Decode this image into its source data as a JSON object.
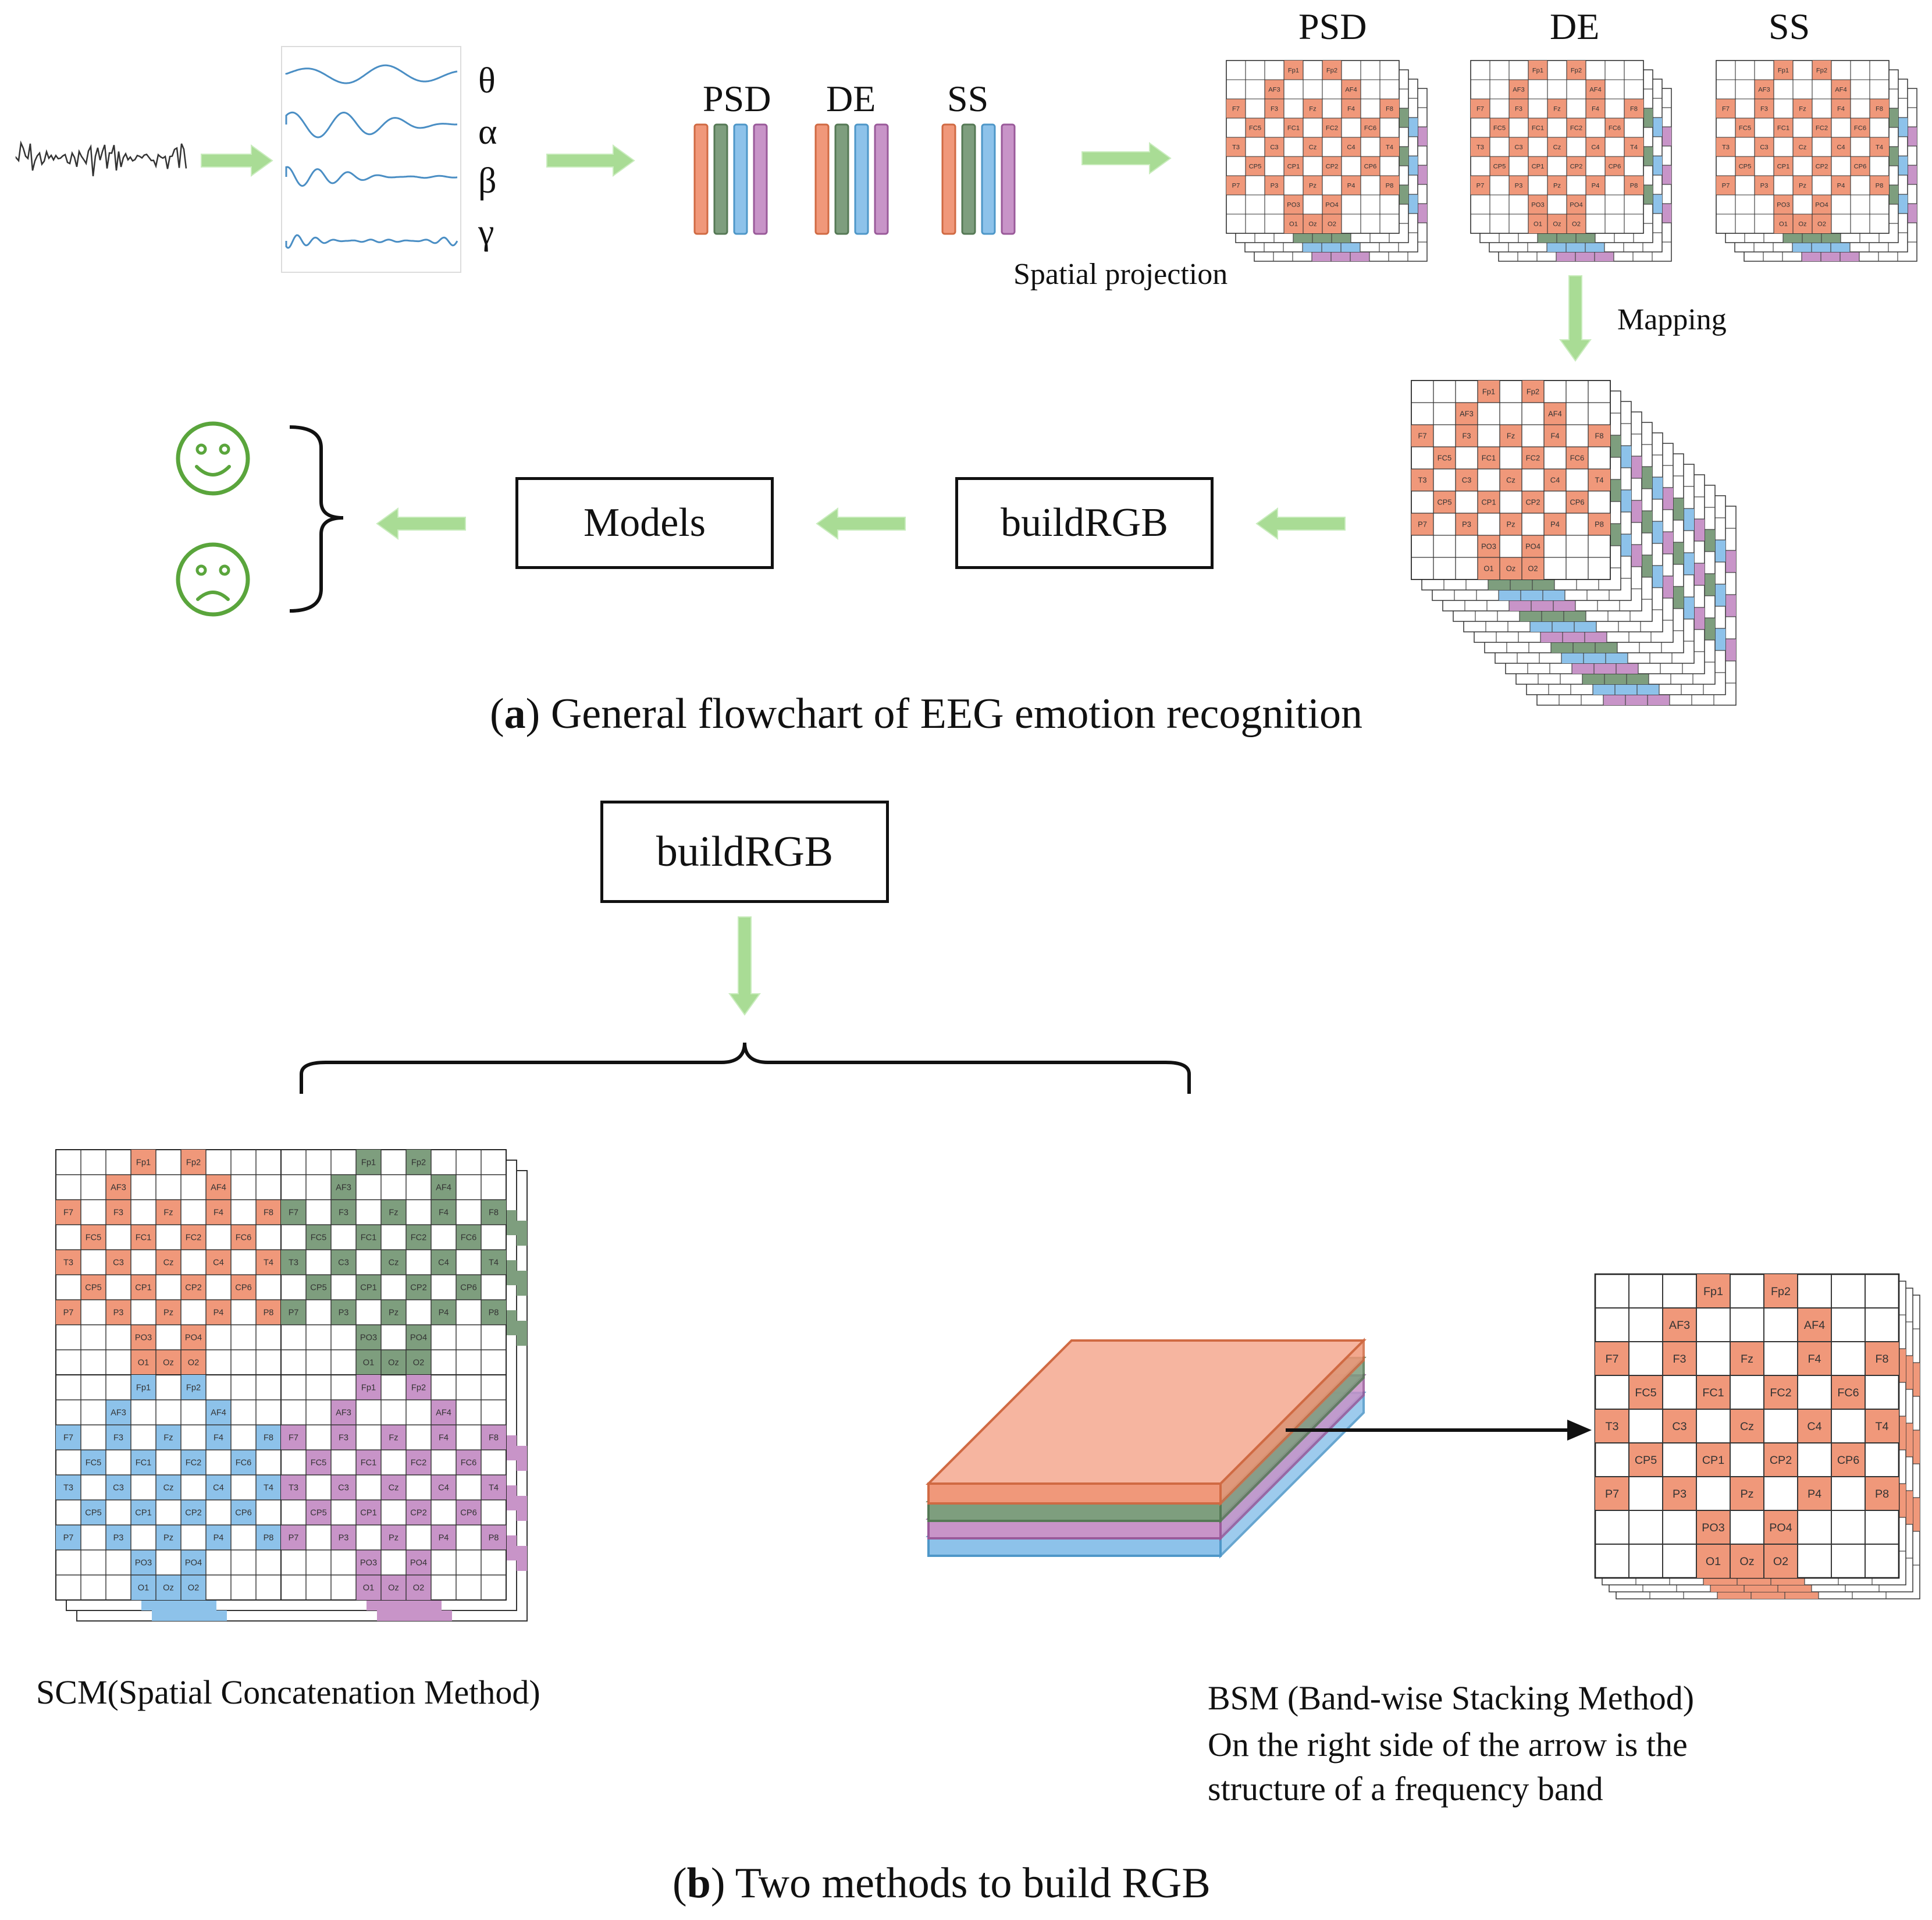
{
  "section_a": {
    "bands": [
      "θ",
      "α",
      "β",
      "γ"
    ],
    "feature_groups": [
      "PSD",
      "DE",
      "SS"
    ],
    "map_titles": [
      "PSD",
      "DE",
      "SS"
    ],
    "spatial_projection": "Spatial projection",
    "mapping": "Mapping",
    "build_rgb": "buildRGB",
    "models": "Models",
    "caption_bold": "a",
    "caption_text": " General flowchart of EEG emotion recognition"
  },
  "section_b": {
    "build_rgb": "buildRGB",
    "scm_label": "SCM(Spatial Concatenation Method)",
    "bsm_line1": "BSM (Band-wise Stacking Method)",
    "bsm_line2": "On the right side of the arrow is the",
    "bsm_line3": "structure of a frequency band",
    "caption_bold": "b",
    "caption_text": " Two methods to build RGB"
  },
  "electrodes": [
    {
      "name": "Fp1",
      "c": 3,
      "r": 0
    },
    {
      "name": "Fp2",
      "c": 5,
      "r": 0
    },
    {
      "name": "AF3",
      "c": 2,
      "r": 1
    },
    {
      "name": "AF4",
      "c": 6,
      "r": 1
    },
    {
      "name": "F7",
      "c": 0,
      "r": 2
    },
    {
      "name": "F3",
      "c": 2,
      "r": 2
    },
    {
      "name": "Fz",
      "c": 4,
      "r": 2
    },
    {
      "name": "F4",
      "c": 6,
      "r": 2
    },
    {
      "name": "F8",
      "c": 8,
      "r": 2
    },
    {
      "name": "FC5",
      "c": 1,
      "r": 3
    },
    {
      "name": "FC1",
      "c": 3,
      "r": 3
    },
    {
      "name": "FC2",
      "c": 5,
      "r": 3
    },
    {
      "name": "FC6",
      "c": 7,
      "r": 3
    },
    {
      "name": "T3",
      "c": 0,
      "r": 4
    },
    {
      "name": "C3",
      "c": 2,
      "r": 4
    },
    {
      "name": "Cz",
      "c": 4,
      "r": 4
    },
    {
      "name": "C4",
      "c": 6,
      "r": 4
    },
    {
      "name": "T4",
      "c": 8,
      "r": 4
    },
    {
      "name": "CP5",
      "c": 1,
      "r": 5
    },
    {
      "name": "CP1",
      "c": 3,
      "r": 5
    },
    {
      "name": "CP2",
      "c": 5,
      "r": 5
    },
    {
      "name": "CP6",
      "c": 7,
      "r": 5
    },
    {
      "name": "P7",
      "c": 0,
      "r": 6
    },
    {
      "name": "P3",
      "c": 2,
      "r": 6
    },
    {
      "name": "Pz",
      "c": 4,
      "r": 6
    },
    {
      "name": "P4",
      "c": 6,
      "r": 6
    },
    {
      "name": "P8",
      "c": 8,
      "r": 6
    },
    {
      "name": "PO3",
      "c": 3,
      "r": 7
    },
    {
      "name": "PO4",
      "c": 5,
      "r": 7
    },
    {
      "name": "O1",
      "c": 3,
      "r": 8
    },
    {
      "name": "Oz",
      "c": 4,
      "r": 8
    },
    {
      "name": "O2",
      "c": 5,
      "r": 8
    }
  ],
  "colors": {
    "orange": "#f0987a",
    "green": "#7e9e7e",
    "blue": "#8dc2ea",
    "purple": "#c894c8",
    "orange_edge": "#d06a43",
    "green_edge": "#557955",
    "blue_edge": "#4e97c8",
    "purple_edge": "#9a5a9a",
    "arrow": "#a9dc95",
    "wave": "#4a8ec4",
    "raw": "#333333",
    "face": "#5aa53c"
  }
}
